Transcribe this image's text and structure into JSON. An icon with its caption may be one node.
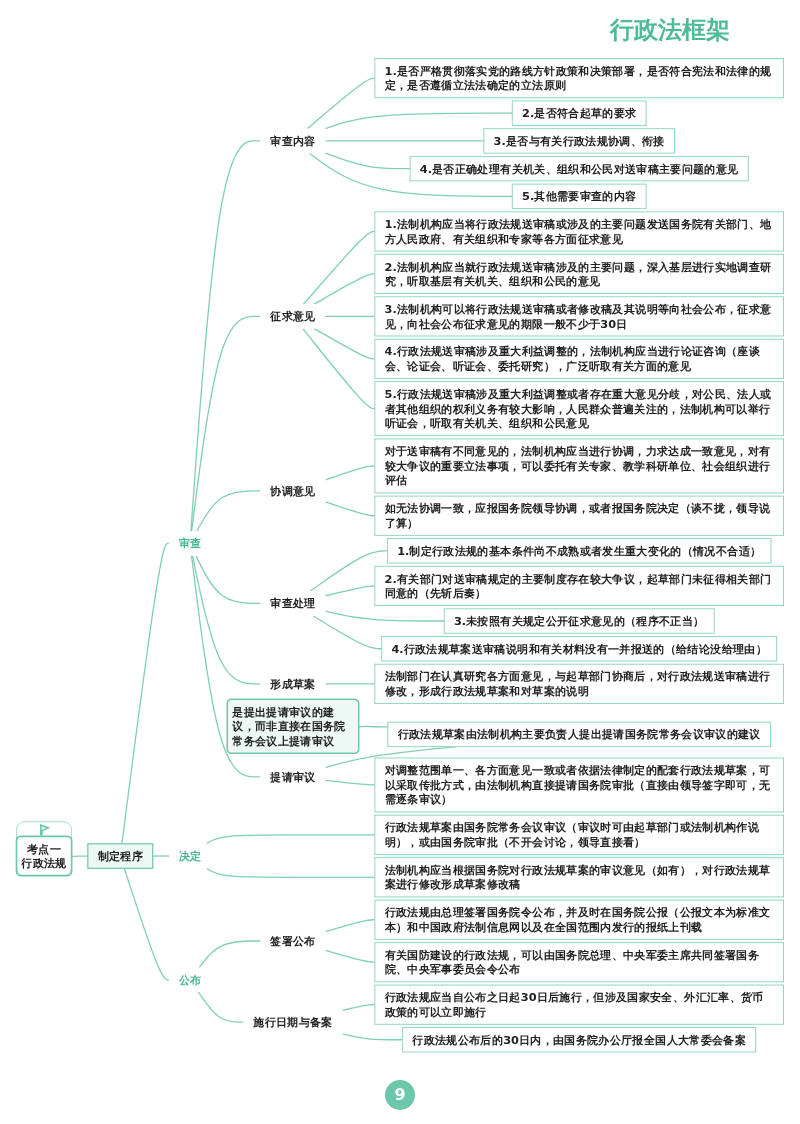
{
  "diagram": {
    "title": "行政法框架",
    "nodes": [
      {
        "text": [
          "考点一",
          "行政法规"
        ]
      },
      {
        "text": [
          "制定程序"
        ]
      },
      {
        "text": [
          "审查"
        ]
      },
      {
        "text": [
          "审查内容"
        ]
      },
      {
        "text": [
          "1.是否严格贯彻落实党的路线方针政策和决策部署，是否符合宪法和法律的规定，是否遵循立法法确定的立法原则"
        ]
      },
      {
        "text": [
          "2.是否符合起草的要求"
        ]
      },
      {
        "text": [
          "3.是否与有关行政法规协调、衔接"
        ]
      },
      {
        "text": [
          "4.是否正确处理有关机关、组织和公民对送审稿主要问题的意见"
        ]
      },
      {
        "text": [
          "5.其他需要审查的内容"
        ]
      },
      {
        "text": [
          "征求意见"
        ]
      },
      {
        "text": [
          "1.法制机构应当将行政法规送审稿或涉及的主要问题发送国务院有关部门、地方人民政府、有关组织和专家等各方面征求意见"
        ]
      },
      {
        "text": [
          "2.法制机构应当就行政法规送审稿涉及的主要问题，深入基层进行实地调查研究，听取基层有关机关、组织和公民的意见"
        ]
      },
      {
        "text": [
          "3.法制机构可以将行政法规送审稿或者修改稿及其说明等向社会公布，征求意见，向社会公布征求意见的期限一般不少于30日"
        ]
      },
      {
        "text": [
          "4.行政法规送审稿涉及重大利益调整的，法制机构应当进行论证咨询（座谈会、论证会、听证会、委托研究），广泛听取有关方面的意见"
        ]
      },
      {
        "text": [
          "5.行政法规送审稿涉及重大利益调整或者存在重大意见分歧，对公民、法人或者其他组织的权利义务有较大影响，人民群众普遍关注的，法制机构可以举行听证会，听取有关机关、组织和公民意见"
        ]
      },
      {
        "text": [
          "协调意见"
        ]
      },
      {
        "text": [
          "对于送审稿有不同意见的，法制机构应当进行协调，力求达成一致意见，对有较大争议的重要立法事项，可以委托有关专家、教学科研单位、社会组织进行评估"
        ]
      },
      {
        "text": [
          "如无法协调一致，应报国务院领导协调，或者报国务院决定（谈不拢，领导说了算）"
        ]
      },
      {
        "text": [
          "审查处理"
        ]
      },
      {
        "text": [
          "1.制定行政法规的基本条件尚不成熟或者发生重大变化的（情况不合适）"
        ]
      },
      {
        "text": [
          "2.有关部门对送审稿规定的主要制度存在较大争议，起草部门未征得相关部门同意的（先斩后奏）"
        ]
      },
      {
        "text": [
          "3.未按照有关规定公开征求意见的（程序不正当）"
        ]
      },
      {
        "text": [
          "4.行政法规草案送审稿说明和有关材料没有一并报送的（给结论没给理由）"
        ]
      },
      {
        "text": [
          "形成草案"
        ]
      },
      {
        "text": [
          "法制部门在认真研究各方面意见，与起草部门协商后，对行政法规送审稿进行修改，形成行政法规草案和对草案的说明"
        ]
      },
      {
        "text": [
          "提请审议"
        ]
      },
      {
        "text": [
          "行政法规草案由法制机构主要负责人提出提请国务院常务会议审议的建议"
        ]
      },
      {
        "text": [
          "对调整范围单一、各方面意见一致或者依据法律制定的配套行政法规草案，可以采取传批方式，由法制机构直接提请国务院审批（直接由领导签字即可，无需逐条审议）"
        ]
      },
      {
        "text": [
          "是提出提请审议的建议，而非直接在国务院常务会议上提请审议"
        ]
      },
      {
        "text": [
          "决定"
        ]
      },
      {
        "text": [
          "行政法规草案由国务院常务会议审议（审议时可由起草部门或法制机构作说明），或由国务院审批（不开会讨论，领导直接看）"
        ]
      },
      {
        "text": [
          "法制机构应当根据国务院对行政法规草案的审议意见（如有），对行政法规草案进行修改形成草案修改稿"
        ]
      },
      {
        "text": [
          "公布"
        ]
      },
      {
        "text": [
          "签署公布"
        ]
      },
      {
        "text": [
          "行政法规由总理签署国务院令公布，并及时在国务院公报（公报文本为标准文本）和中国政府法制信息网以及在全国范围内发行的报纸上刊载"
        ]
      },
      {
        "text": [
          "有关国防建设的行政法规，可以由国务院总理、中央军委主席共同签署国务院、中央军事委员会令公布"
        ]
      },
      {
        "text": [
          "施行日期与备案"
        ]
      },
      {
        "text": [
          "行政法规应当自公布之日起30日后施行，但涉及国家安全、外汇汇率、货币政策的可以立即施行"
        ]
      },
      {
        "text": [
          "行政法规公布后的30日内，由国务院办公厅报全国人大常委会备案"
        ]
      }
    ],
    "edges": [
      {
        "from": 0,
        "to": 1,
        "arrow": "none"
      },
      {
        "from": 1,
        "to": 2,
        "arrow": "none"
      },
      {
        "from": 2,
        "to": 3,
        "arrow": "none"
      },
      {
        "from": 3,
        "to": 4,
        "arrow": "none"
      },
      {
        "from": 3,
        "to": 5,
        "arrow": "none"
      },
      {
        "from": 3,
        "to": 6,
        "arrow": "none"
      },
      {
        "from": 3,
        "to": 7,
        "arrow": "none"
      },
      {
        "from": 3,
        "to": 8,
        "arrow": "none"
      },
      {
        "from": 2,
        "to": 9,
        "arrow": "none"
      },
      {
        "from": 9,
        "to": 10,
        "arrow": "none"
      },
      {
        "from": 9,
        "to": 11,
        "arrow": "none"
      },
      {
        "from": 9,
        "to": 12,
        "arrow": "none"
      },
      {
        "from": 9,
        "to": 13,
        "arrow": "none"
      },
      {
        "from": 9,
        "to": 14,
        "arrow": "none"
      },
      {
        "from": 2,
        "to": 15,
        "arrow": "none"
      },
      {
        "from": 15,
        "to": 16,
        "arrow": "none"
      },
      {
        "from": 15,
        "to": 17,
        "arrow": "none"
      },
      {
        "from": 2,
        "to": 18,
        "arrow": "none"
      },
      {
        "from": 18,
        "to": 19,
        "arrow": "none"
      },
      {
        "from": 18,
        "to": 20,
        "arrow": "none"
      },
      {
        "from": 18,
        "to": 21,
        "arrow": "none"
      },
      {
        "from": 18,
        "to": 22,
        "arrow": "none"
      },
      {
        "from": 2,
        "to": 23,
        "arrow": "none"
      },
      {
        "from": 23,
        "to": 24,
        "arrow": "none"
      },
      {
        "from": 2,
        "to": 25,
        "arrow": "none"
      },
      {
        "from": 25,
        "to": 26,
        "arrow": "none"
      },
      {
        "from": 25,
        "to": 27,
        "arrow": "none"
      },
      {
        "from": 28,
        "to": 26,
        "arrow": "none"
      },
      {
        "from": 1,
        "to": 29,
        "arrow": "none"
      },
      {
        "from": 29,
        "to": 30,
        "arrow": "none"
      },
      {
        "from": 29,
        "to": 31,
        "arrow": "none"
      },
      {
        "from": 1,
        "to": 32,
        "arrow": "none"
      },
      {
        "from": 32,
        "to": 33,
        "arrow": "none"
      },
      {
        "from": 33,
        "to": 34,
        "arrow": "none"
      },
      {
        "from": 33,
        "to": 35,
        "arrow": "none"
      },
      {
        "from": 32,
        "to": 36,
        "arrow": "none"
      },
      {
        "from": 36,
        "to": 37,
        "arrow": "none"
      },
      {
        "from": 36,
        "to": 38,
        "arrow": "none"
      }
    ],
    "labels": [
      "9"
    ]
  }
}
